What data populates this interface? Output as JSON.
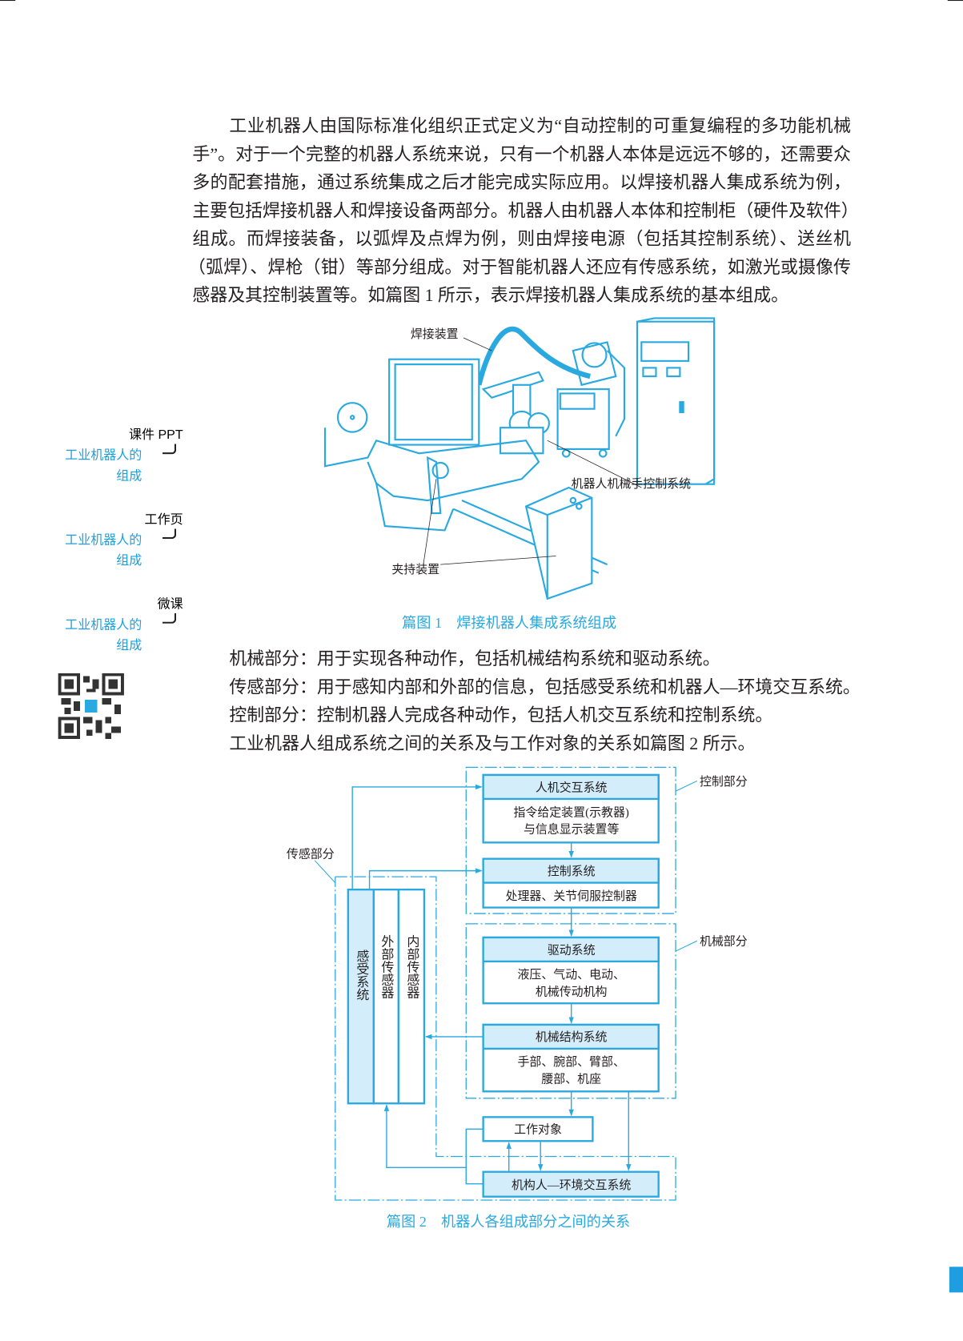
{
  "body_paragraph": {
    "lines": [
      "工业机器人由国际标准化组织正式定义为“自动控制的可重复编程的多功能机械",
      "手”。对于一个完整的机器人系统来说，只有一个机器人本体是远远不够的，还需要众",
      "多的配套措施，通过系统集成之后才能完成实际应用。以焊接机器人集成系统为例，",
      "主要包括焊接机器人和焊接设备两部分。机器人由机器人本体和控制柜（硬件及软件）",
      "组成。而焊接装备，以弧焊及点焊为例，则由焊接电源（包括其控制系统）、送丝机",
      "（弧焊）、焊枪（钳）等部分组成。对于智能机器人还应有传感系统，如激光或摄像传",
      "感器及其控制装置等。如篇图 1 所示，表示焊接机器人集成系统的基本组成。"
    ]
  },
  "figure1": {
    "labels": {
      "welding_device": "焊接装置",
      "manipulator_control": "机器人机械手控制系统",
      "clamping_device": "夹持装置"
    },
    "caption": "篇图 1　焊接机器人集成系统组成"
  },
  "parts_list": [
    "机械部分：用于实现各种动作，包括机械结构系统和驱动系统。",
    "传感部分：用于感知内部和外部的信息，包括感受系统和机器人—环境交互系统。",
    "控制部分：控制机器人完成各种动作，包括人机交互系统和控制系统。",
    "工业机器人组成系统之间的关系及与工作对象的关系如篇图 2 所示。"
  ],
  "sidebar": [
    {
      "resource": "课件 PPT",
      "title_line1": "工业机器人的",
      "title_line2": "组成"
    },
    {
      "resource": "工作页",
      "title_line1": "工业机器人的",
      "title_line2": "组成"
    },
    {
      "resource": "微课",
      "title_line1": "工业机器人的",
      "title_line2": "组成"
    }
  ],
  "figure2": {
    "group_labels": {
      "control": "控制部分",
      "mechanical": "机械部分",
      "sensing": "传感部分"
    },
    "hmi": {
      "header": "人机交互系统",
      "body1": "指令给定装置(示教器)",
      "body2": "与信息显示装置等"
    },
    "control": {
      "header": "控制系统",
      "body1": "处理器、关节伺服控制器"
    },
    "drive": {
      "header": "驱动系统",
      "body1": "液压、气动、电动、",
      "body2": "机械传动机构"
    },
    "mech": {
      "header": "机械结构系统",
      "body1": "手部、腕部、臂部、",
      "body2": "腰部、机座"
    },
    "sensors": {
      "sensing": "感受系统",
      "external": "外部传感器",
      "internal": "内部传感器"
    },
    "work_object": "工作对象",
    "env_interaction": "机构人—环境交互系统",
    "caption": "篇图 2　机器人各组成部分之间的关系"
  },
  "colors": {
    "accent": "#29a9e0",
    "fill": "#d4edfb",
    "text": "#231f20"
  }
}
